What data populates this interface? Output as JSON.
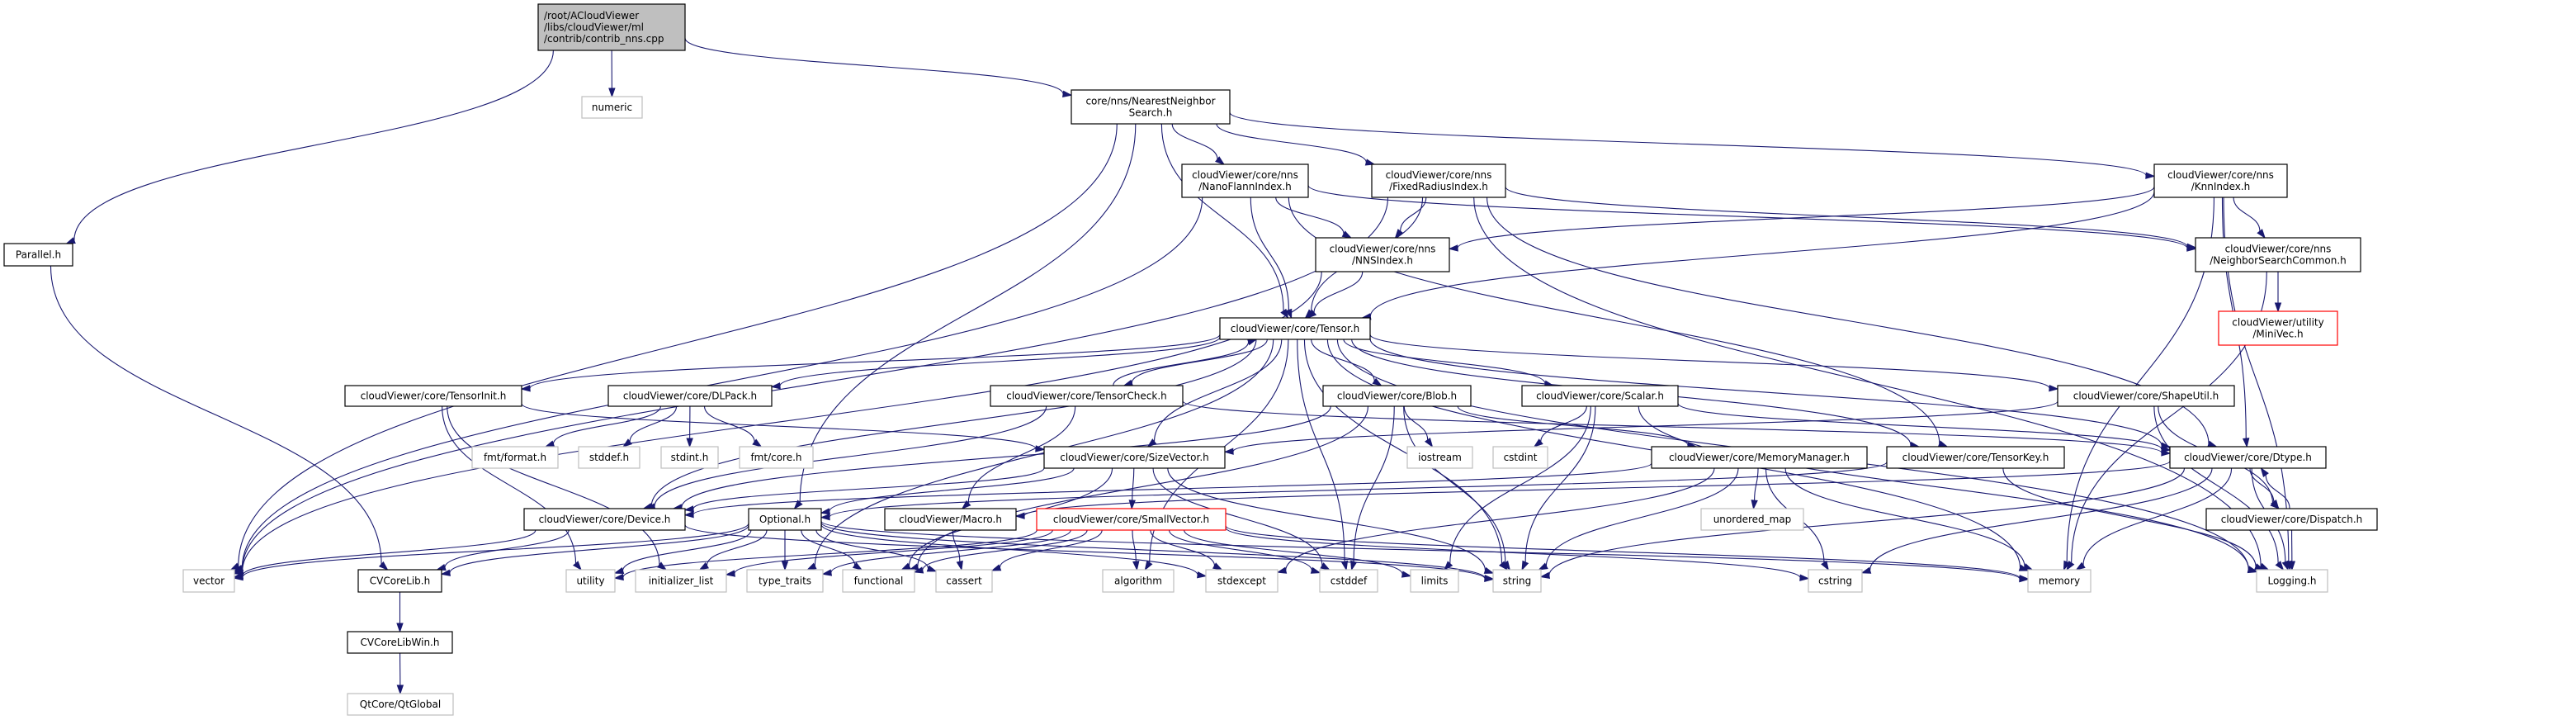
{
  "colors": {
    "edge": "#191970",
    "root_fill": "#bfbfbf",
    "project_border": "#000000",
    "system_border": "#bfbfbf",
    "incomplete_border": "#ff0000"
  },
  "nodes": [
    {
      "id": "root",
      "label": "/root/ACloudViewer\n/libs/cloudViewer/ml\n/contrib/contrib_nns.cpp",
      "kind": "root"
    },
    {
      "id": "numeric",
      "label": "numeric",
      "kind": "system"
    },
    {
      "id": "nns",
      "label": "core/nns/NearestNeighbor\nSearch.h",
      "kind": "project"
    },
    {
      "id": "parallel",
      "label": "Parallel.h",
      "kind": "project"
    },
    {
      "id": "nanoflann",
      "label": "cloudViewer/core/nns\n/NanoFlannIndex.h",
      "kind": "project"
    },
    {
      "id": "fixedradius",
      "label": "cloudViewer/core/nns\n/FixedRadiusIndex.h",
      "kind": "project"
    },
    {
      "id": "knn",
      "label": "cloudViewer/core/nns\n/KnnIndex.h",
      "kind": "project"
    },
    {
      "id": "nnsindex",
      "label": "cloudViewer/core/nns\n/NNSIndex.h",
      "kind": "project"
    },
    {
      "id": "nscommon",
      "label": "cloudViewer/core/nns\n/NeighborSearchCommon.h",
      "kind": "project"
    },
    {
      "id": "minivec",
      "label": "cloudViewer/utility\n/MiniVec.h",
      "kind": "incomplete"
    },
    {
      "id": "tensor",
      "label": "cloudViewer/core/Tensor.h",
      "kind": "project"
    },
    {
      "id": "tensorinit",
      "label": "cloudViewer/core/TensorInit.h",
      "kind": "project"
    },
    {
      "id": "dlpack",
      "label": "cloudViewer/core/DLPack.h",
      "kind": "project"
    },
    {
      "id": "tensorcheck",
      "label": "cloudViewer/core/TensorCheck.h",
      "kind": "project"
    },
    {
      "id": "blob",
      "label": "cloudViewer/core/Blob.h",
      "kind": "project"
    },
    {
      "id": "scalar",
      "label": "cloudViewer/core/Scalar.h",
      "kind": "project"
    },
    {
      "id": "shapeutil",
      "label": "cloudViewer/core/ShapeUtil.h",
      "kind": "project"
    },
    {
      "id": "fmtformat",
      "label": "fmt/format.h",
      "kind": "system"
    },
    {
      "id": "stddef",
      "label": "stddef.h",
      "kind": "system"
    },
    {
      "id": "stdint",
      "label": "stdint.h",
      "kind": "system"
    },
    {
      "id": "fmtcore",
      "label": "fmt/core.h",
      "kind": "system"
    },
    {
      "id": "sizevector",
      "label": "cloudViewer/core/SizeVector.h",
      "kind": "project"
    },
    {
      "id": "iostream",
      "label": "iostream",
      "kind": "system"
    },
    {
      "id": "cstdint",
      "label": "cstdint",
      "kind": "system"
    },
    {
      "id": "memmgr",
      "label": "cloudViewer/core/MemoryManager.h",
      "kind": "project"
    },
    {
      "id": "tensorkey",
      "label": "cloudViewer/core/TensorKey.h",
      "kind": "project"
    },
    {
      "id": "dtype",
      "label": "cloudViewer/core/Dtype.h",
      "kind": "project"
    },
    {
      "id": "device",
      "label": "cloudViewer/core/Device.h",
      "kind": "project"
    },
    {
      "id": "optional",
      "label": "Optional.h",
      "kind": "project"
    },
    {
      "id": "macro",
      "label": "cloudViewer/Macro.h",
      "kind": "project"
    },
    {
      "id": "smallvector",
      "label": "cloudViewer/core/SmallVector.h",
      "kind": "incomplete"
    },
    {
      "id": "unordered_map",
      "label": "unordered_map",
      "kind": "system"
    },
    {
      "id": "dispatch",
      "label": "cloudViewer/core/Dispatch.h",
      "kind": "project"
    },
    {
      "id": "vector",
      "label": "vector",
      "kind": "system"
    },
    {
      "id": "cvcorelib",
      "label": "CVCoreLib.h",
      "kind": "project"
    },
    {
      "id": "utility",
      "label": "utility",
      "kind": "system"
    },
    {
      "id": "initializer_list",
      "label": "initializer_list",
      "kind": "system"
    },
    {
      "id": "type_traits",
      "label": "type_traits",
      "kind": "system"
    },
    {
      "id": "functional",
      "label": "functional",
      "kind": "system"
    },
    {
      "id": "cassert",
      "label": "cassert",
      "kind": "system"
    },
    {
      "id": "algorithm",
      "label": "algorithm",
      "kind": "system"
    },
    {
      "id": "stdexcept",
      "label": "stdexcept",
      "kind": "system"
    },
    {
      "id": "cstddef",
      "label": "cstddef",
      "kind": "system"
    },
    {
      "id": "limits",
      "label": "limits",
      "kind": "system"
    },
    {
      "id": "string",
      "label": "string",
      "kind": "system"
    },
    {
      "id": "cstring",
      "label": "cstring",
      "kind": "system"
    },
    {
      "id": "memory",
      "label": "memory",
      "kind": "system"
    },
    {
      "id": "logging",
      "label": "Logging.h",
      "kind": "system"
    },
    {
      "id": "cvcorelibwin",
      "label": "CVCoreLibWin.h",
      "kind": "project"
    },
    {
      "id": "qtglobal",
      "label": "QtCore/QtGlobal",
      "kind": "system"
    }
  ],
  "edges": [
    [
      "root",
      "parallel"
    ],
    [
      "root",
      "numeric"
    ],
    [
      "root",
      "nns"
    ],
    [
      "nns",
      "vector"
    ],
    [
      "nns",
      "optional"
    ],
    [
      "nns",
      "tensor"
    ],
    [
      "nns",
      "nanoflann"
    ],
    [
      "nns",
      "fixedradius"
    ],
    [
      "nns",
      "knn"
    ],
    [
      "nanoflann",
      "vector"
    ],
    [
      "nanoflann",
      "nnsindex"
    ],
    [
      "nanoflann",
      "tensor"
    ],
    [
      "nanoflann",
      "nscommon"
    ],
    [
      "nanoflann",
      "tensorkey"
    ],
    [
      "fixedradius",
      "nnsindex"
    ],
    [
      "fixedradius",
      "tensor"
    ],
    [
      "fixedradius",
      "nscommon"
    ],
    [
      "fixedradius",
      "dtype"
    ],
    [
      "fixedradius",
      "logging"
    ],
    [
      "fixedradius",
      "vector"
    ],
    [
      "knn",
      "nnsindex"
    ],
    [
      "knn",
      "tensor"
    ],
    [
      "knn",
      "nscommon"
    ],
    [
      "knn",
      "dtype"
    ],
    [
      "knn",
      "logging"
    ],
    [
      "knn",
      "memory"
    ],
    [
      "nnsindex",
      "vector"
    ],
    [
      "nnsindex",
      "tensor"
    ],
    [
      "nscommon",
      "minivec"
    ],
    [
      "nscommon",
      "memory"
    ],
    [
      "parallel",
      "cvcorelib"
    ],
    [
      "tensor",
      "tensorinit"
    ],
    [
      "tensor",
      "dlpack"
    ],
    [
      "tensor",
      "tensorcheck"
    ],
    [
      "tensor",
      "blob"
    ],
    [
      "tensor",
      "scalar"
    ],
    [
      "tensor",
      "shapeutil"
    ],
    [
      "tensor",
      "sizevector"
    ],
    [
      "tensor",
      "tensorkey"
    ],
    [
      "tensor",
      "dtype"
    ],
    [
      "tensor",
      "device"
    ],
    [
      "tensor",
      "cstddef"
    ],
    [
      "tensor",
      "algorithm"
    ],
    [
      "tensor",
      "string"
    ],
    [
      "tensor",
      "memory"
    ],
    [
      "tensor",
      "logging"
    ],
    [
      "tensor",
      "type_traits"
    ],
    [
      "tensorinit",
      "sizevector"
    ],
    [
      "tensorinit",
      "utility"
    ],
    [
      "tensorinit",
      "initializer_list"
    ],
    [
      "dlpack",
      "fmtformat"
    ],
    [
      "dlpack",
      "stddef"
    ],
    [
      "dlpack",
      "stdint"
    ],
    [
      "dlpack",
      "fmtcore"
    ],
    [
      "tensorcheck",
      "tensor"
    ],
    [
      "tensorcheck",
      "device"
    ],
    [
      "tensorcheck",
      "macro"
    ],
    [
      "tensorcheck",
      "dtype"
    ],
    [
      "blob",
      "device"
    ],
    [
      "blob",
      "iostream"
    ],
    [
      "blob",
      "string"
    ],
    [
      "blob",
      "cstddef"
    ],
    [
      "blob",
      "memmgr"
    ],
    [
      "blob",
      "functional"
    ],
    [
      "scalar",
      "cstdint"
    ],
    [
      "scalar",
      "limits"
    ],
    [
      "scalar",
      "string"
    ],
    [
      "scalar",
      "dtype"
    ],
    [
      "scalar",
      "logging"
    ],
    [
      "shapeutil",
      "sizevector"
    ],
    [
      "shapeutil",
      "dispatch"
    ],
    [
      "shapeutil",
      "logging"
    ],
    [
      "sizevector",
      "optional"
    ],
    [
      "sizevector",
      "smallvector"
    ],
    [
      "sizevector",
      "device"
    ],
    [
      "sizevector",
      "cstddef"
    ],
    [
      "sizevector",
      "string"
    ],
    [
      "sizevector",
      "functional"
    ],
    [
      "memmgr",
      "device"
    ],
    [
      "memmgr",
      "unordered_map"
    ],
    [
      "memmgr",
      "cstring"
    ],
    [
      "memmgr",
      "memory"
    ],
    [
      "memmgr",
      "string"
    ],
    [
      "memmgr",
      "stdexcept"
    ],
    [
      "tensorkey",
      "optional"
    ],
    [
      "tensorkey",
      "logging"
    ],
    [
      "dtype",
      "dispatch"
    ],
    [
      "dtype",
      "logging"
    ],
    [
      "dtype",
      "cstring"
    ],
    [
      "dtype",
      "string"
    ],
    [
      "dtype",
      "memory"
    ],
    [
      "dtype",
      "macro"
    ],
    [
      "dispatch",
      "dtype"
    ],
    [
      "dispatch",
      "logging"
    ],
    [
      "device",
      "vector"
    ],
    [
      "device",
      "string"
    ],
    [
      "device",
      "cvcorelib"
    ],
    [
      "optional",
      "vector"
    ],
    [
      "optional",
      "utility"
    ],
    [
      "optional",
      "initializer_list"
    ],
    [
      "optional",
      "type_traits"
    ],
    [
      "optional",
      "functional"
    ],
    [
      "optional",
      "cassert"
    ],
    [
      "optional",
      "stdexcept"
    ],
    [
      "optional",
      "string"
    ],
    [
      "optional",
      "memory"
    ],
    [
      "optional",
      "cvcorelib"
    ],
    [
      "macro",
      "cassert"
    ],
    [
      "smallvector",
      "algorithm"
    ],
    [
      "smallvector",
      "cassert"
    ],
    [
      "smallvector",
      "cstddef"
    ],
    [
      "smallvector",
      "cstring"
    ],
    [
      "smallvector",
      "limits"
    ],
    [
      "smallvector",
      "type_traits"
    ],
    [
      "smallvector",
      "initializer_list"
    ],
    [
      "smallvector",
      "utility"
    ],
    [
      "smallvector",
      "stdexcept"
    ],
    [
      "smallvector",
      "memory"
    ],
    [
      "smallvector",
      "functional"
    ],
    [
      "cvcorelib",
      "cvcorelibwin"
    ],
    [
      "cvcorelibwin",
      "qtglobal"
    ]
  ]
}
